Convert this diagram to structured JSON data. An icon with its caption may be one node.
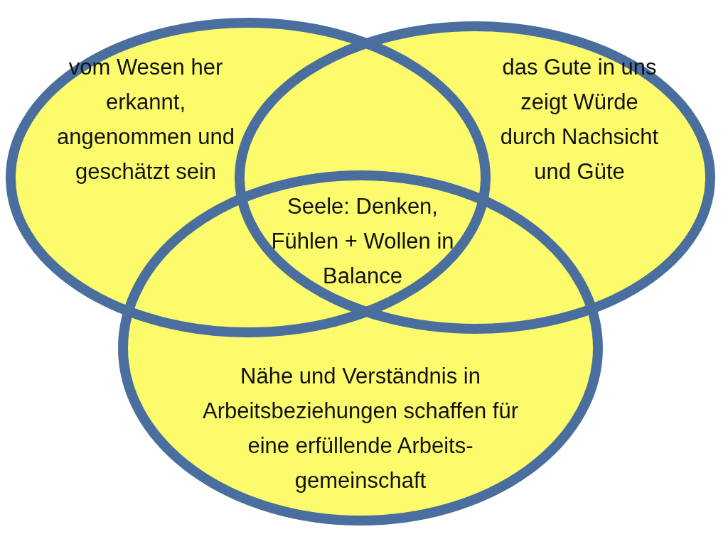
{
  "diagram": {
    "nodes": [
      {
        "text": [
          "vom Wesen her erkannt, angenommen und geschätzt sein"
        ]
      },
      {
        "text": [
          "das Gute in uns zeigt Würde durch Nachsicht und Güte"
        ]
      },
      {
        "text": [
          "Nähe und Verständnis in Arbeitsbeziehungen schaffen für eine erfüllende Arbeits-gemeinschaft"
        ]
      }
    ],
    "edges": [],
    "labels": [
      "Seele: Denken, Fühlen + Wollen in Balance"
    ]
  }
}
